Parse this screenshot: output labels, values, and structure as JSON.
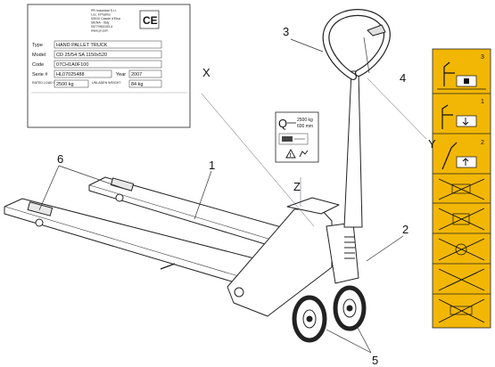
{
  "nameplate": {
    "manufacturer_lines": [
      "PR Industrial S.r.l.",
      "Loc. il Pratino",
      "53010 Casole d'Elsa",
      "SIENA - Italy",
      "0577/963153-4",
      "www.pr.com"
    ],
    "ce_mark": "CE",
    "fields": [
      {
        "label": "Type",
        "value": "HAND PALLET TRUCK"
      },
      {
        "label": "Model",
        "value": "CD 25/54 SA 1150x520"
      },
      {
        "label": "Code",
        "value": "07CH1A0F100"
      },
      {
        "label": "Serie #",
        "value": "HL07025488",
        "extra_label": "Year",
        "extra_value": "2007"
      }
    ],
    "capacity": {
      "label": "RATED LOAD CAPACITY",
      "value": "2500 kg",
      "weight_label": "UNLADEN WEIGHT",
      "weight_value": "84 kg"
    }
  },
  "load_label": {
    "symbol": "Q",
    "capacity_lines": [
      "2500 kg",
      "600 mm"
    ]
  },
  "callouts": {
    "part_1": "1",
    "part_2": "2",
    "part_3": "3",
    "part_4": "4",
    "part_5": "5",
    "part_6": "6",
    "view_x": "X",
    "view_y": "Y",
    "view_z": "Z"
  },
  "warning_strip": {
    "color": "#f2b705",
    "step_numbers": [
      "3",
      "1",
      "2"
    ]
  }
}
